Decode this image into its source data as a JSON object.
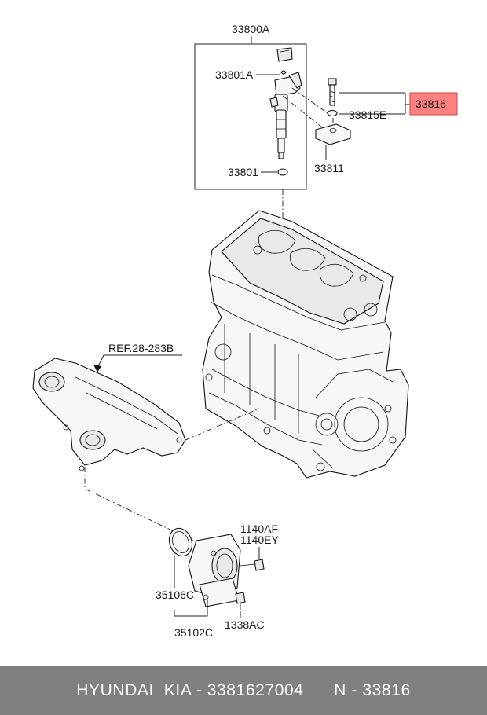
{
  "labels": {
    "injector_assy": "33800A",
    "clip": "33801A",
    "injector_oring": "33801",
    "bolt": "33816",
    "washer": "33815E",
    "clamp": "33811",
    "ref": "REF.28-283B",
    "throttle_gasket": "35106C",
    "throttle_body": "35102C",
    "bolt_a": "1140AF",
    "bolt_b": "1140EY",
    "bolt_c": "1338AC"
  },
  "highlight": {
    "part_number": "33816",
    "color": "#ff8080"
  },
  "footer": {
    "text": "HYUNDAI  KIA - 3381627004      N - 33816",
    "background": "#808080",
    "color": "#ffffff"
  }
}
